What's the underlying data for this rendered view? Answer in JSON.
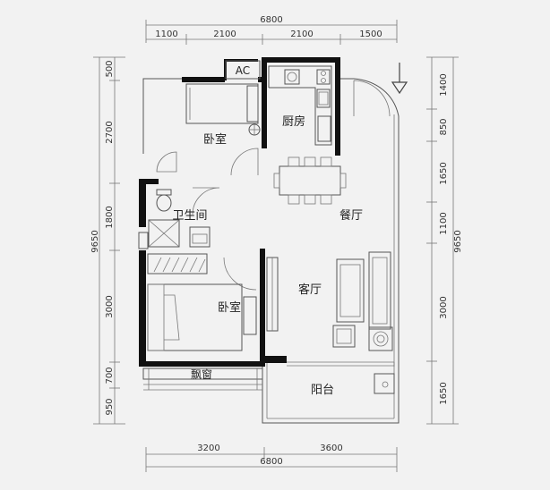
{
  "dimensions": {
    "top_total": "6800",
    "top_segments": [
      "1100",
      "2100",
      "2100",
      "1500"
    ],
    "bottom_total": "6800",
    "bottom_segments": [
      "3200",
      "3600"
    ],
    "left_total": "9650",
    "left_segments": [
      "500",
      "2700",
      "1800",
      "3000",
      "700",
      "950"
    ],
    "right_total": "9650",
    "right_segments": [
      "1400",
      "850",
      "1650",
      "1100",
      "3000",
      "1650"
    ]
  },
  "rooms": {
    "ac": "AC",
    "bedroom_top": "卧室",
    "kitchen": "厨房",
    "dining": "餐厅",
    "bathroom": "卫生间",
    "living": "客厅",
    "bedroom_bottom": "卧室",
    "bay_window": "飘窗",
    "balcony": "阳台"
  },
  "icons": [
    "entrance-arrow-icon",
    "toilet-icon",
    "shower-icon",
    "sink-icon",
    "stove-icon",
    "dining-table-icon",
    "sofa-icon",
    "bed-icon",
    "wardrobe-icon",
    "washing-machine-icon"
  ]
}
